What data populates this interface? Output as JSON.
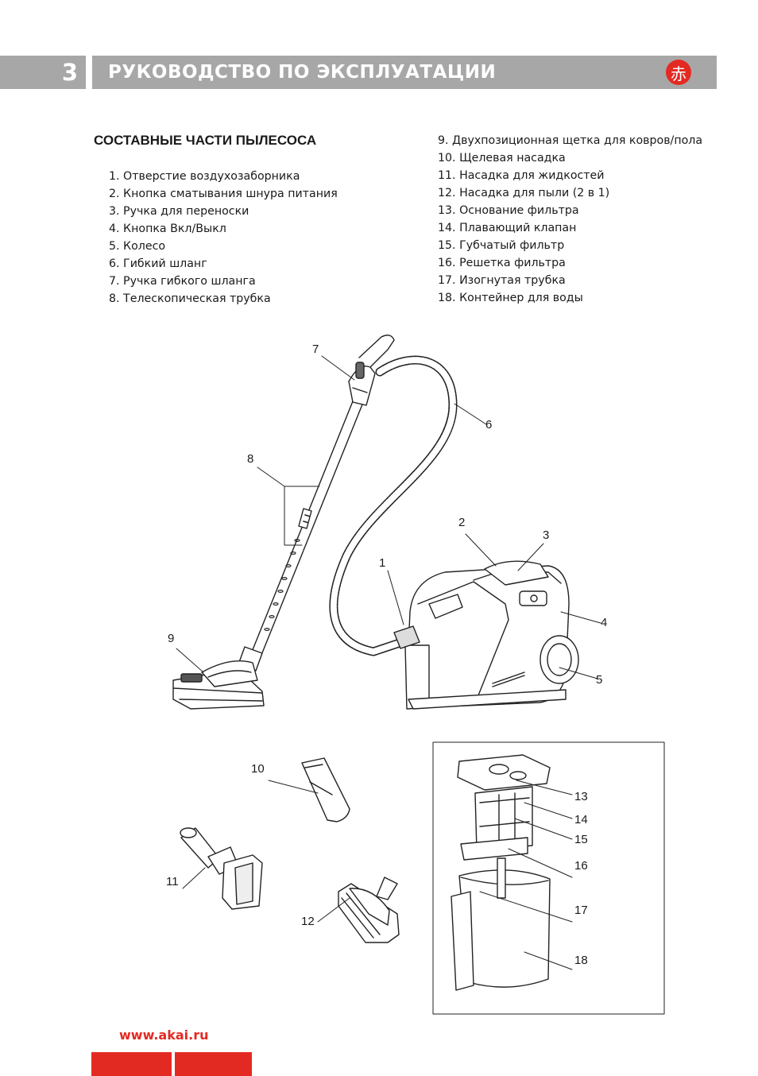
{
  "header": {
    "page_number": "3",
    "title": "РУКОВОДСТВО ПО ЭКСПЛУАТАЦИИ",
    "logo_char": "赤"
  },
  "section": {
    "title": "СОСТАВНЫЕ ЧАСТИ ПЫЛЕСОСА"
  },
  "parts": [
    "1. Отверстие воздухозаборника",
    "2. Кнопка сматывания шнура питания",
    "3. Ручка для переноски",
    "4. Кнопка Вкл/Выкл",
    "5. Колесо",
    "6. Гибкий шланг",
    "7. Ручка гибкого шланга",
    "8. Телескопическая трубка",
    "9. Двухпозиционная щетка для ковров/пола",
    "10. Щелевая насадка",
    "11. Насадка для жидкостей",
    "12. Насадка для пыли (2 в 1)",
    "13. Основание фильтра",
    "14. Плавающий клапан",
    "15. Губчатый фильтр",
    "16. Решетка фильтра",
    "17. Изогнутая трубка",
    "18. Контейнер для воды"
  ],
  "callouts": [
    "1",
    "2",
    "3",
    "4",
    "5",
    "6",
    "7",
    "8",
    "9",
    "10",
    "11",
    "12",
    "13",
    "14",
    "15",
    "16",
    "17",
    "18"
  ],
  "footer": {
    "url": "www.akai.ru"
  },
  "colors": {
    "header_gray": "#a7a7a7",
    "brand_red": "#e32a22"
  }
}
